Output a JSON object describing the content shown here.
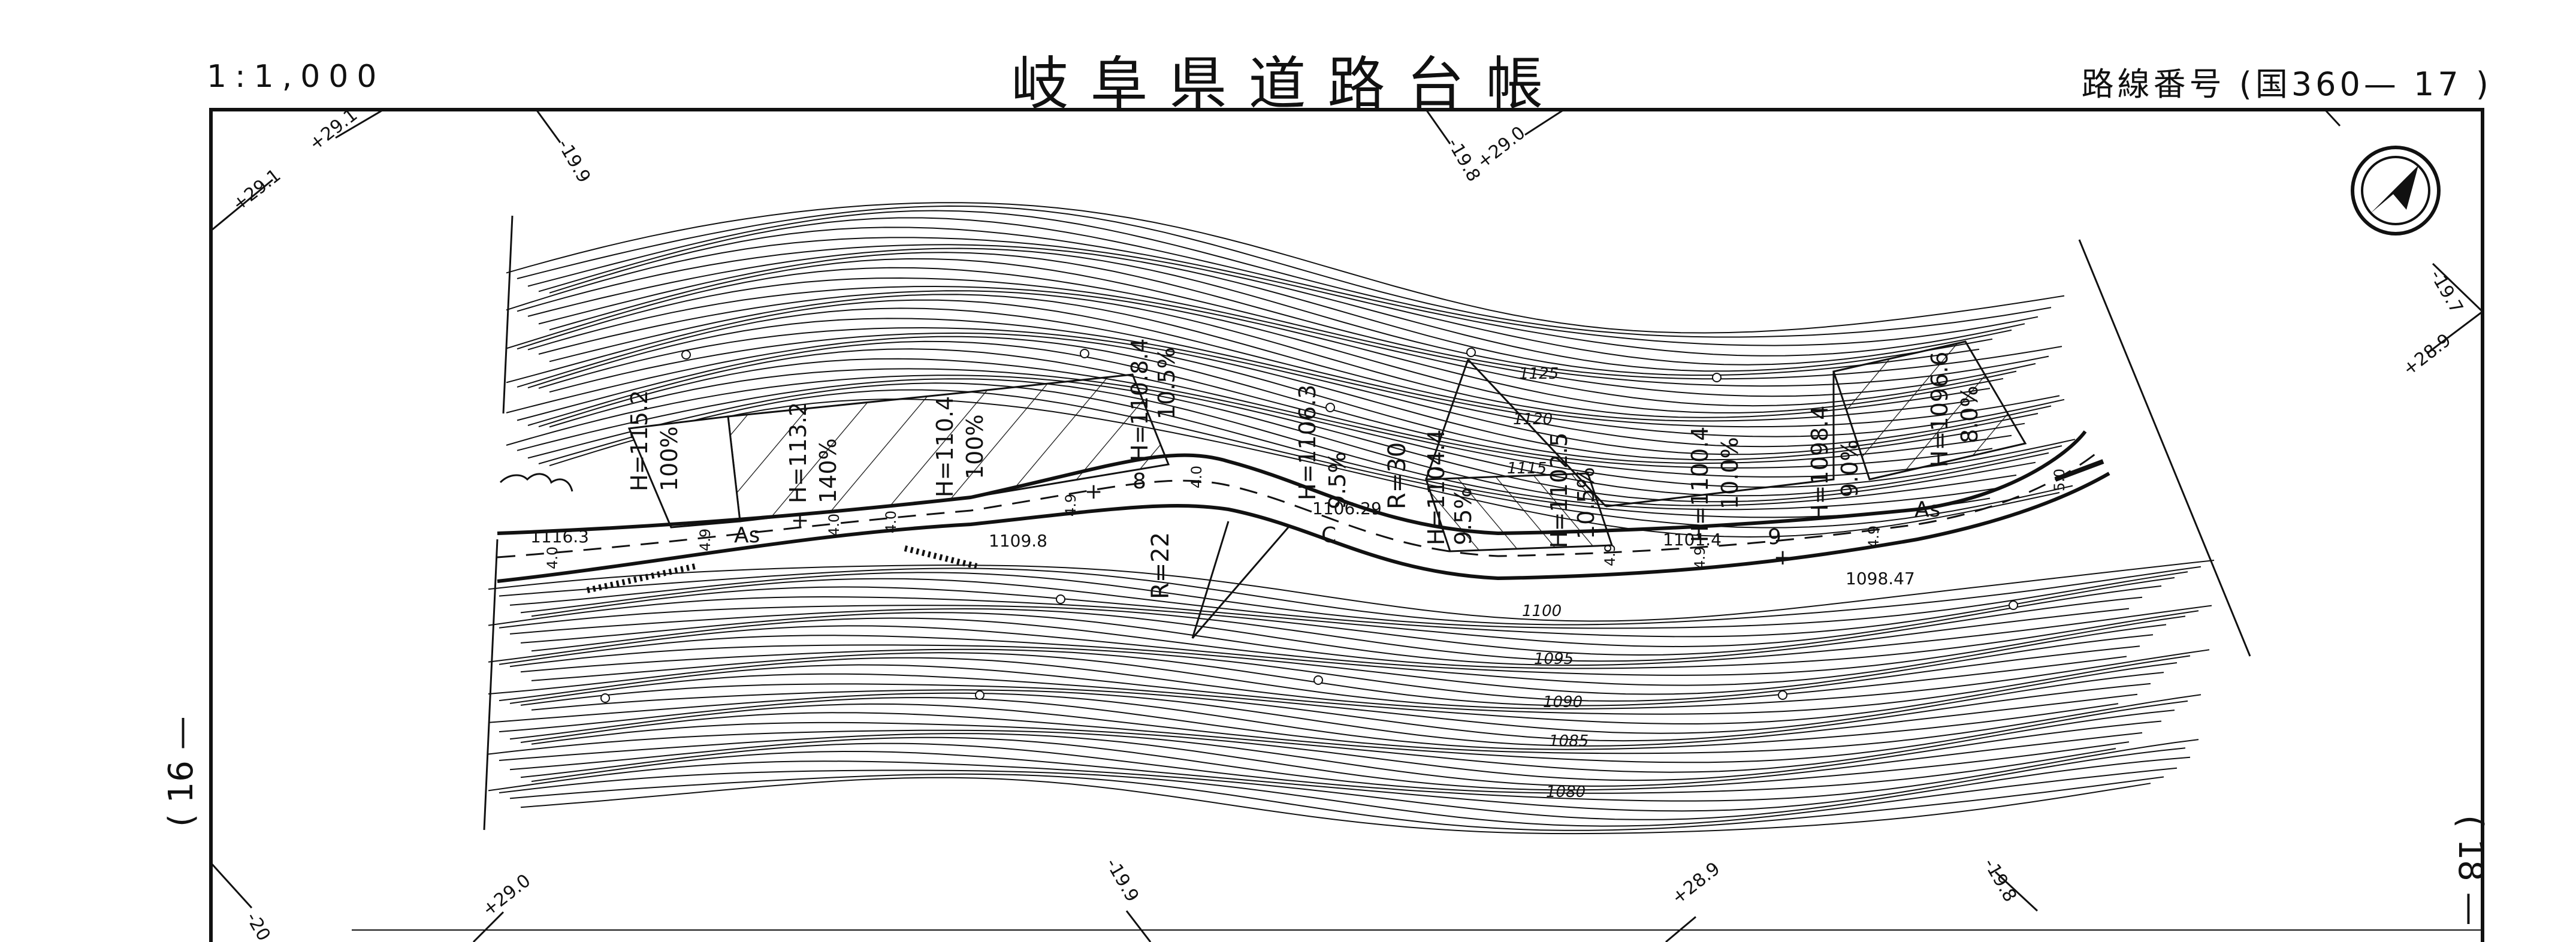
{
  "header": {
    "scale": "1:1,000",
    "title": "岐阜県道路台帳",
    "route_label": "路線番号",
    "route_number": "(国360— 17 )"
  },
  "adjacent_sheets": {
    "left": "( 16 —",
    "right": "( 18 —"
  },
  "grid_labels": {
    "tl1": "+29.1",
    "tl2": "+29.1",
    "top1": "-19.9",
    "top2": "-19.8",
    "top3": "+29.0",
    "right1": "-19.7",
    "right2": "+28.9",
    "bot1": "-20.0",
    "bot2": "+29.0",
    "bot3": "-19.9",
    "bot4": "+28.9",
    "bot5": "-19.8"
  },
  "contours": [
    "1125",
    "1120",
    "1115",
    "1100",
    "1095",
    "1090",
    "1085",
    "1080"
  ],
  "spot_heights": {
    "a": "1116.3",
    "b": "1109.8",
    "c": "1106.29",
    "d": "1101.4",
    "e": "1098.47"
  },
  "slopes": {
    "s1_h": "H=115.2",
    "s1_g": "100%",
    "s2_h": "H=113.2",
    "s2_g": "140%",
    "s3_h": "H=110.4",
    "s3_g": "100%",
    "s4_h": "H=110.8.4",
    "s4_g": "10.5%",
    "s5_h": "H=1106.3",
    "s5_g": "9.5%",
    "s6_h": "H=1104.4",
    "s6_g": "9.5%",
    "s7_h": "H=1102.5",
    "s7_g": "10.5%",
    "s8_h": "H=1100.4",
    "s8_g": "10.0%",
    "s9_h": "H=1098.4",
    "s9_g": "9.0%",
    "s10_h": "H=1096.6",
    "s10_g": "8.0%"
  },
  "curves": {
    "r1": "R=22",
    "r2": "R=30"
  },
  "pavement": {
    "p1": "As",
    "p2": "As"
  },
  "widths": [
    "4.0",
    "4.9",
    "4.0",
    "4.0",
    "4.9",
    "4.0",
    "4.9",
    "4.9",
    "4.9",
    "5.0"
  ],
  "symbols": {
    "north_arrow": "north-arrow-icon"
  }
}
